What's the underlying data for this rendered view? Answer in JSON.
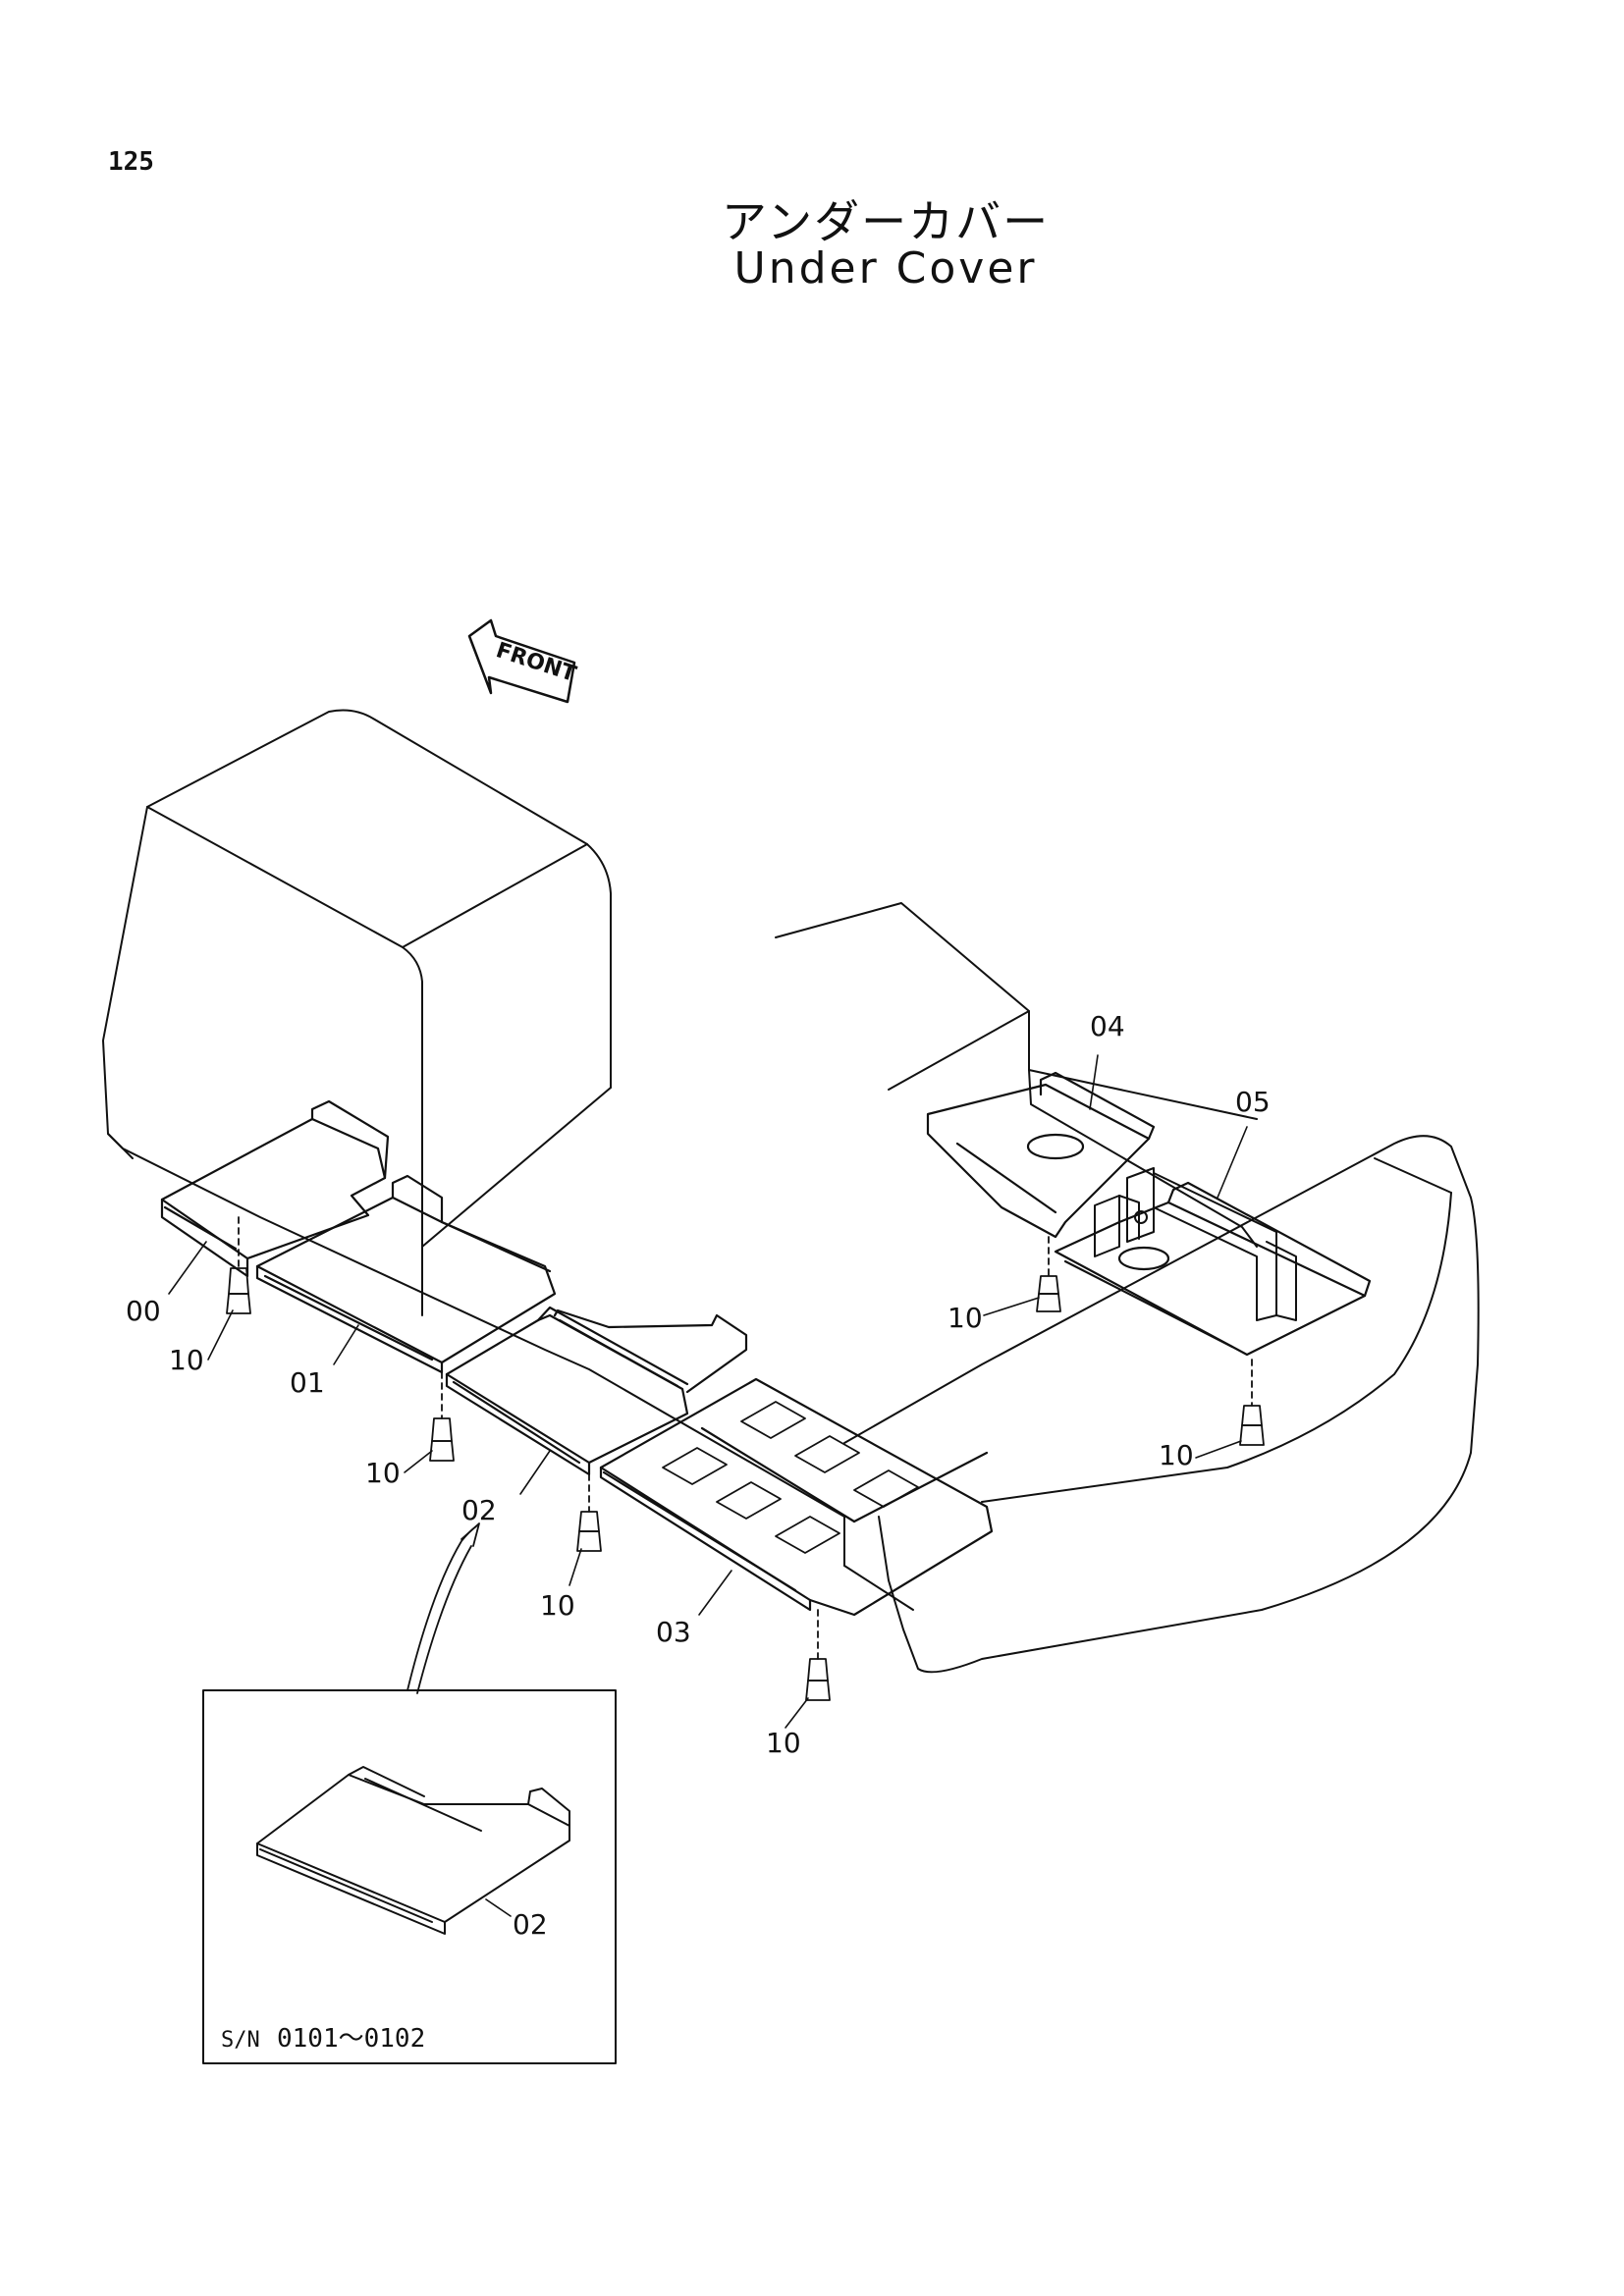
{
  "page_number": "125",
  "title_jp": "アンダーカバー",
  "title_en": "Under Cover",
  "front_arrow_label": "FRONT",
  "part_labels": {
    "p00": "00",
    "p01": "01",
    "p02": "02",
    "p03": "03",
    "p04": "04",
    "p05": "05",
    "p10": "10"
  },
  "inset": {
    "part_label": "02",
    "serial_prefix": "S/N",
    "serial_range": "0101～0102"
  }
}
